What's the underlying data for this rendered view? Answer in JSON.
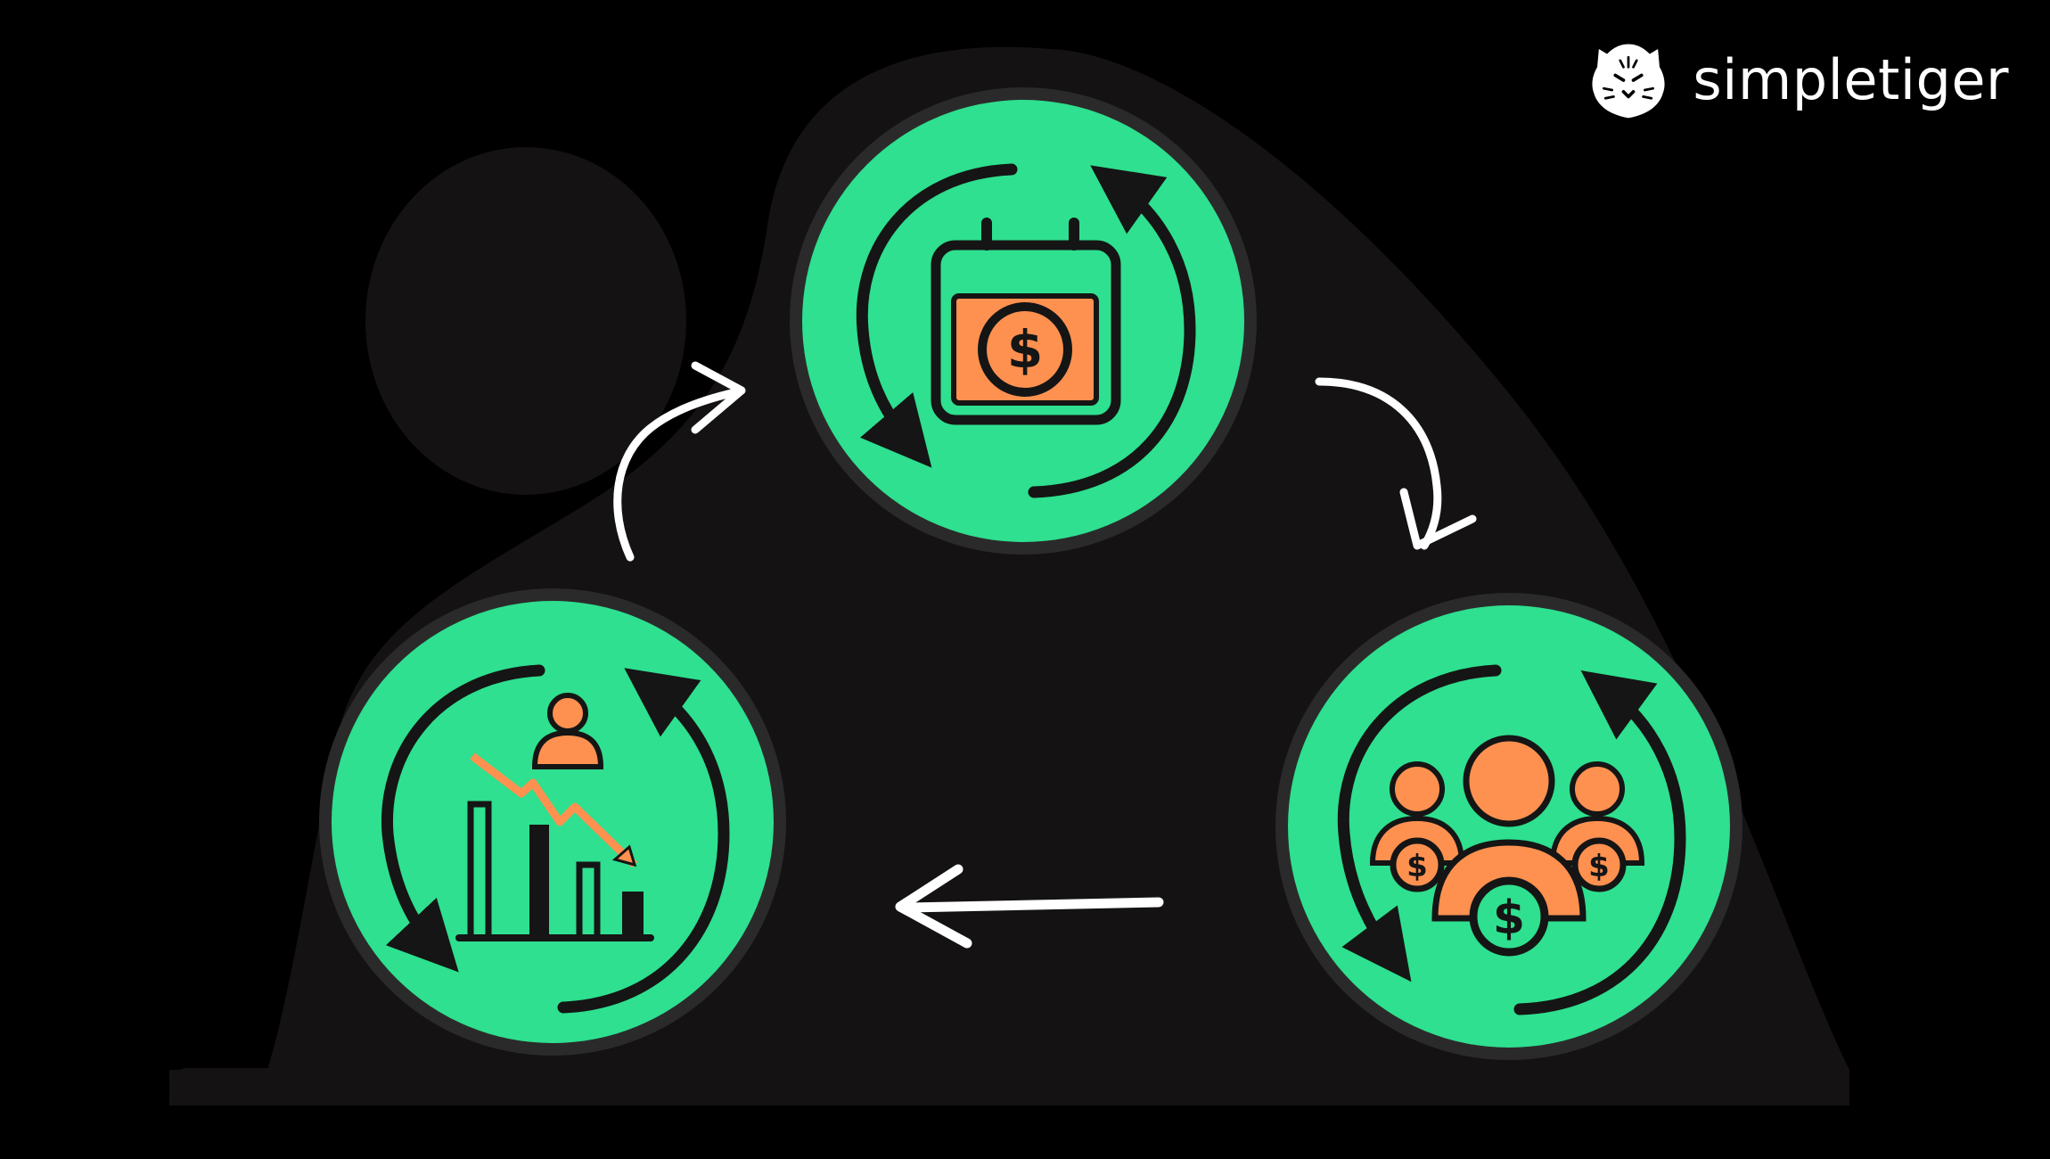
{
  "brand": {
    "name": "simpletiger",
    "logo_icon": "tiger-head-icon"
  },
  "colors": {
    "background": "#000000",
    "backdrop": "#141213",
    "node_fill": "#2ee08f",
    "node_border": "#2b2a2b",
    "icon_fill": "#ff9150",
    "ink": "#151515",
    "flow_arrow": "#ffffff"
  },
  "cycle": {
    "nodes": [
      {
        "id": "billing",
        "icon": "calendar-dollar-icon"
      },
      {
        "id": "customers",
        "icon": "customers-dollar-icon"
      },
      {
        "id": "decline",
        "icon": "declining-chart-icon"
      }
    ],
    "flow": [
      {
        "from": "billing",
        "to": "customers",
        "icon": "curved-arrow-icon"
      },
      {
        "from": "customers",
        "to": "decline",
        "icon": "straight-arrow-left-icon"
      },
      {
        "from": "decline",
        "to": "billing",
        "icon": "curved-arrow-icon"
      }
    ]
  }
}
